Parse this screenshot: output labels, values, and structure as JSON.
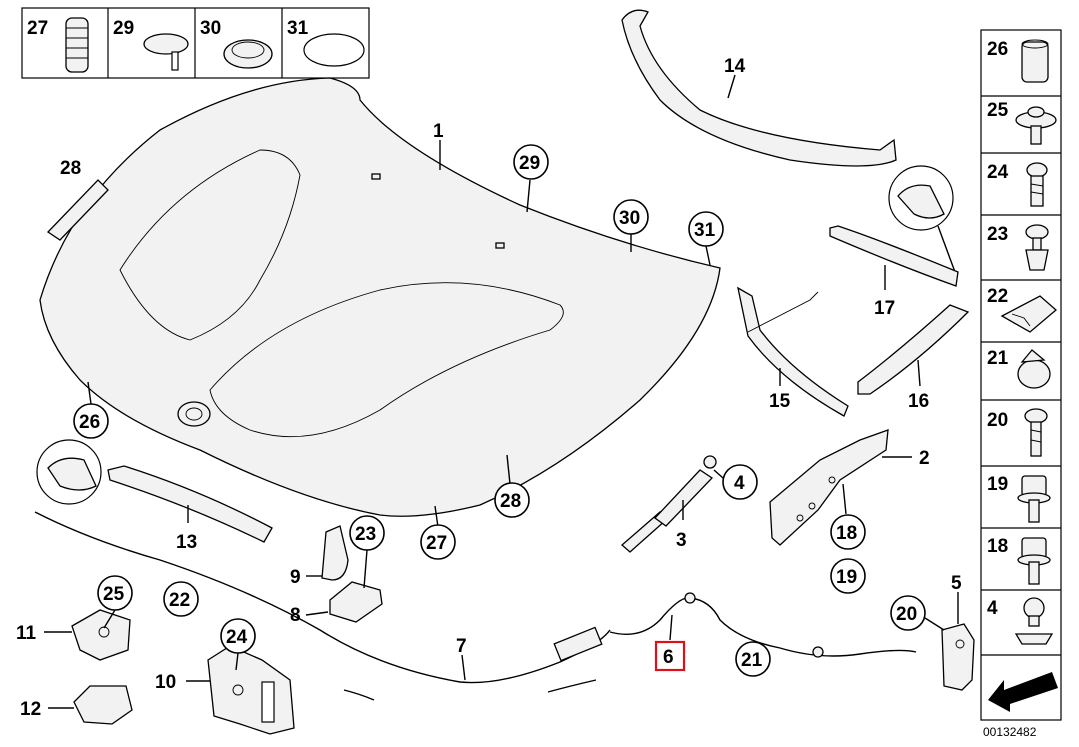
{
  "diagram": {
    "reference_number": "00132482",
    "highlighted_label": "6",
    "highlight_color": "#e0101a",
    "callouts": {
      "hood": "1",
      "hinge": "2",
      "gas_strut": "3",
      "ball_stud": "4",
      "bracket_5": "5",
      "bowden_cable": "6",
      "cable_7": "7",
      "latch_plate": "8",
      "clip_9": "9",
      "hood_lock": "10",
      "lock_11": "11",
      "pad_12": "12",
      "hose_13": "13",
      "seal_14": "14",
      "stay_15": "15",
      "stay_16": "16",
      "hose_17": "17",
      "b18": "18",
      "b19": "19",
      "b20": "20",
      "b21": "21",
      "b22": "22",
      "b23": "23",
      "b24": "24",
      "b25": "25",
      "b26": "26",
      "b27": "27",
      "b28": "28",
      "b29": "29",
      "b30": "30",
      "b31": "31",
      "part_28_label": "28"
    },
    "top_panel": [
      "27",
      "29",
      "30",
      "31"
    ],
    "right_panel": [
      "26",
      "25",
      "24",
      "23",
      "22",
      "21",
      "20",
      "19",
      "18",
      "4"
    ]
  }
}
